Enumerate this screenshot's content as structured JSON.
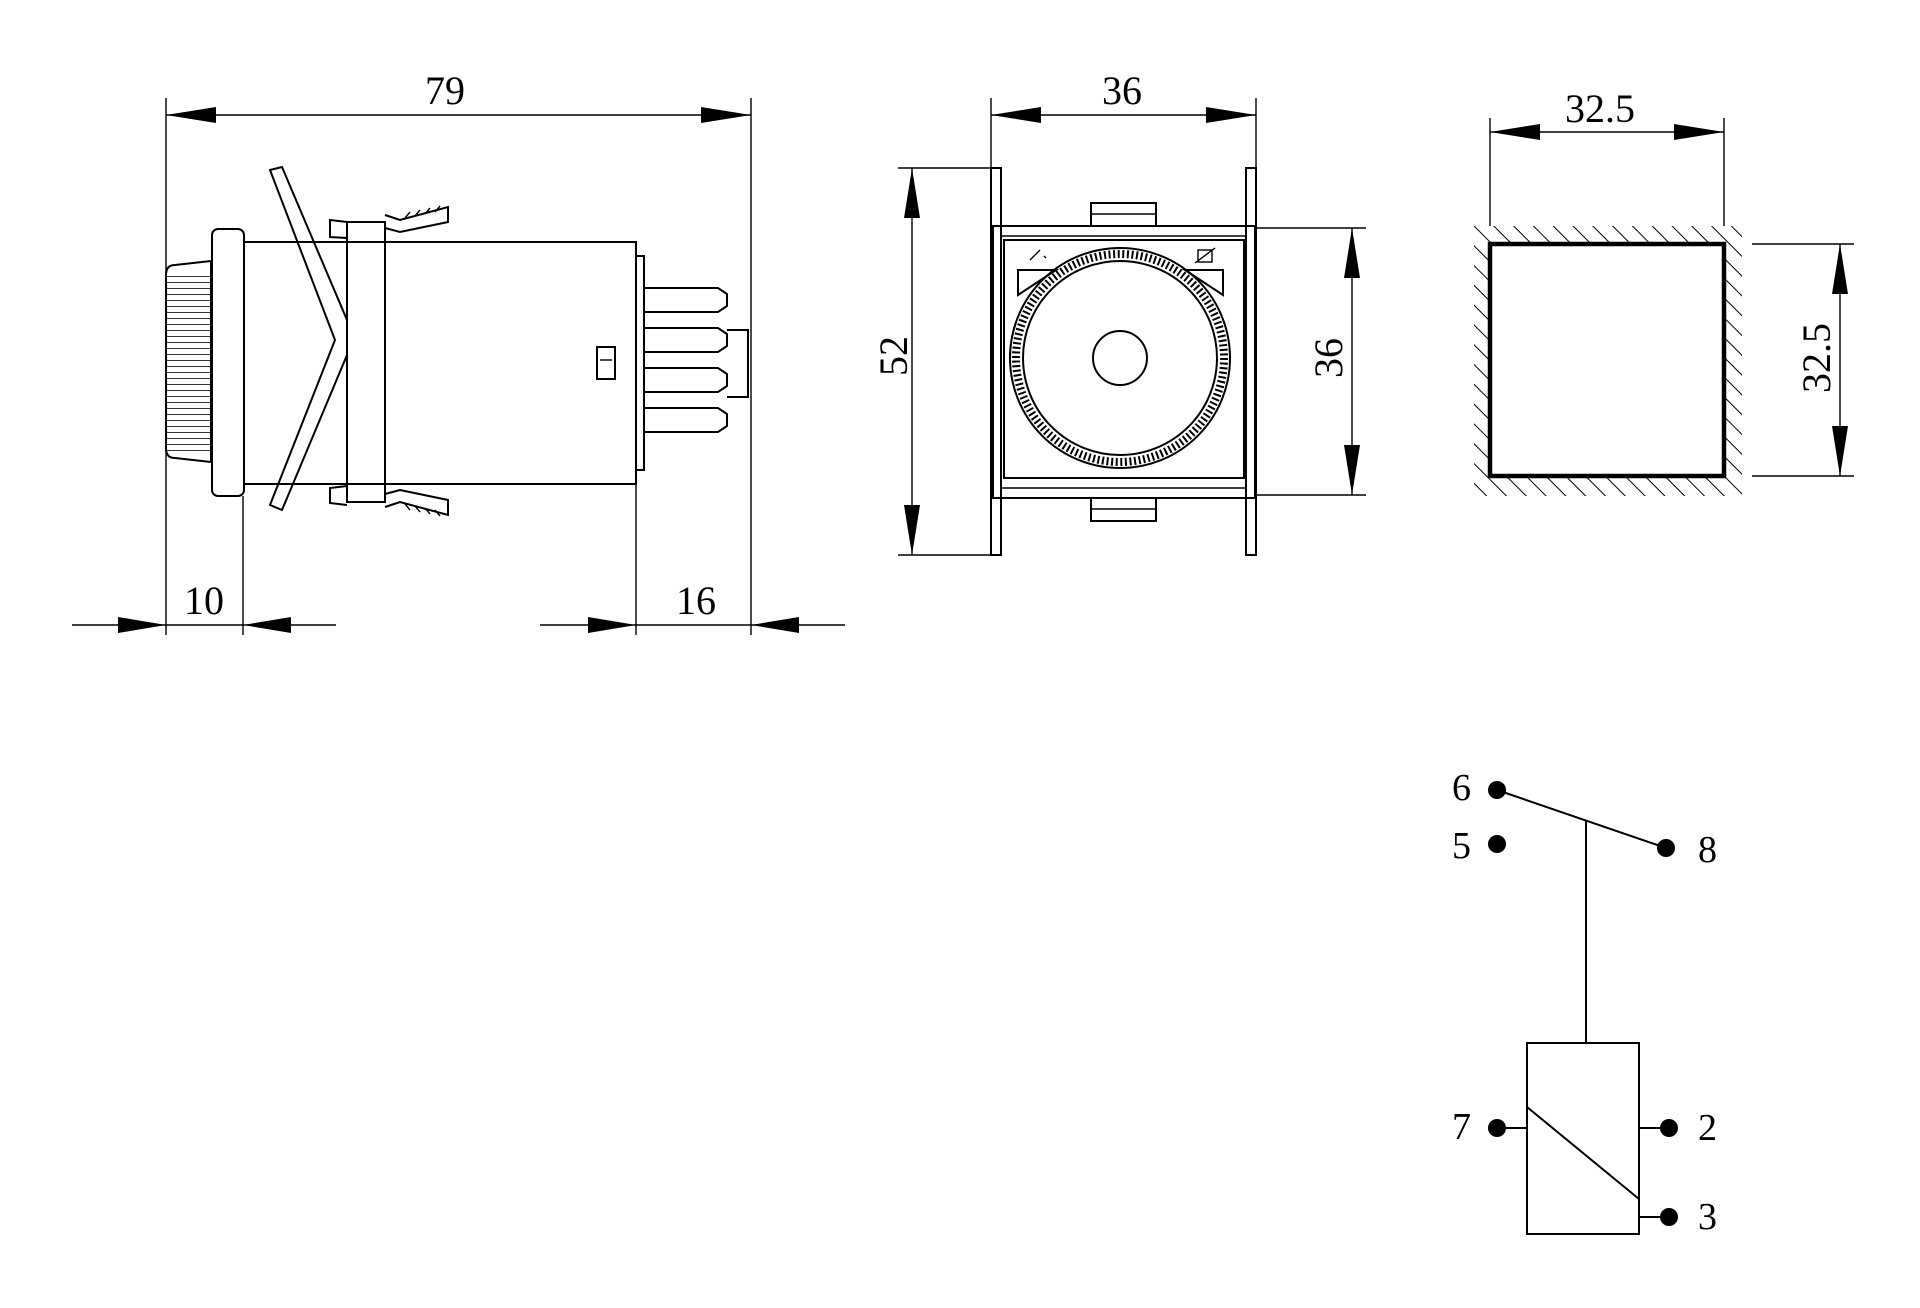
{
  "side_view": {
    "overall_length": "79",
    "front_depth": "10",
    "pin_length": "16"
  },
  "front_view": {
    "width": "36",
    "height": "52",
    "body_height": "36"
  },
  "panel_cutout": {
    "width": "32.5",
    "height": "32.5"
  },
  "wiring": {
    "pins": {
      "p6": "6",
      "p5": "5",
      "p8": "8",
      "p7": "7",
      "p2": "2",
      "p3": "3"
    }
  }
}
